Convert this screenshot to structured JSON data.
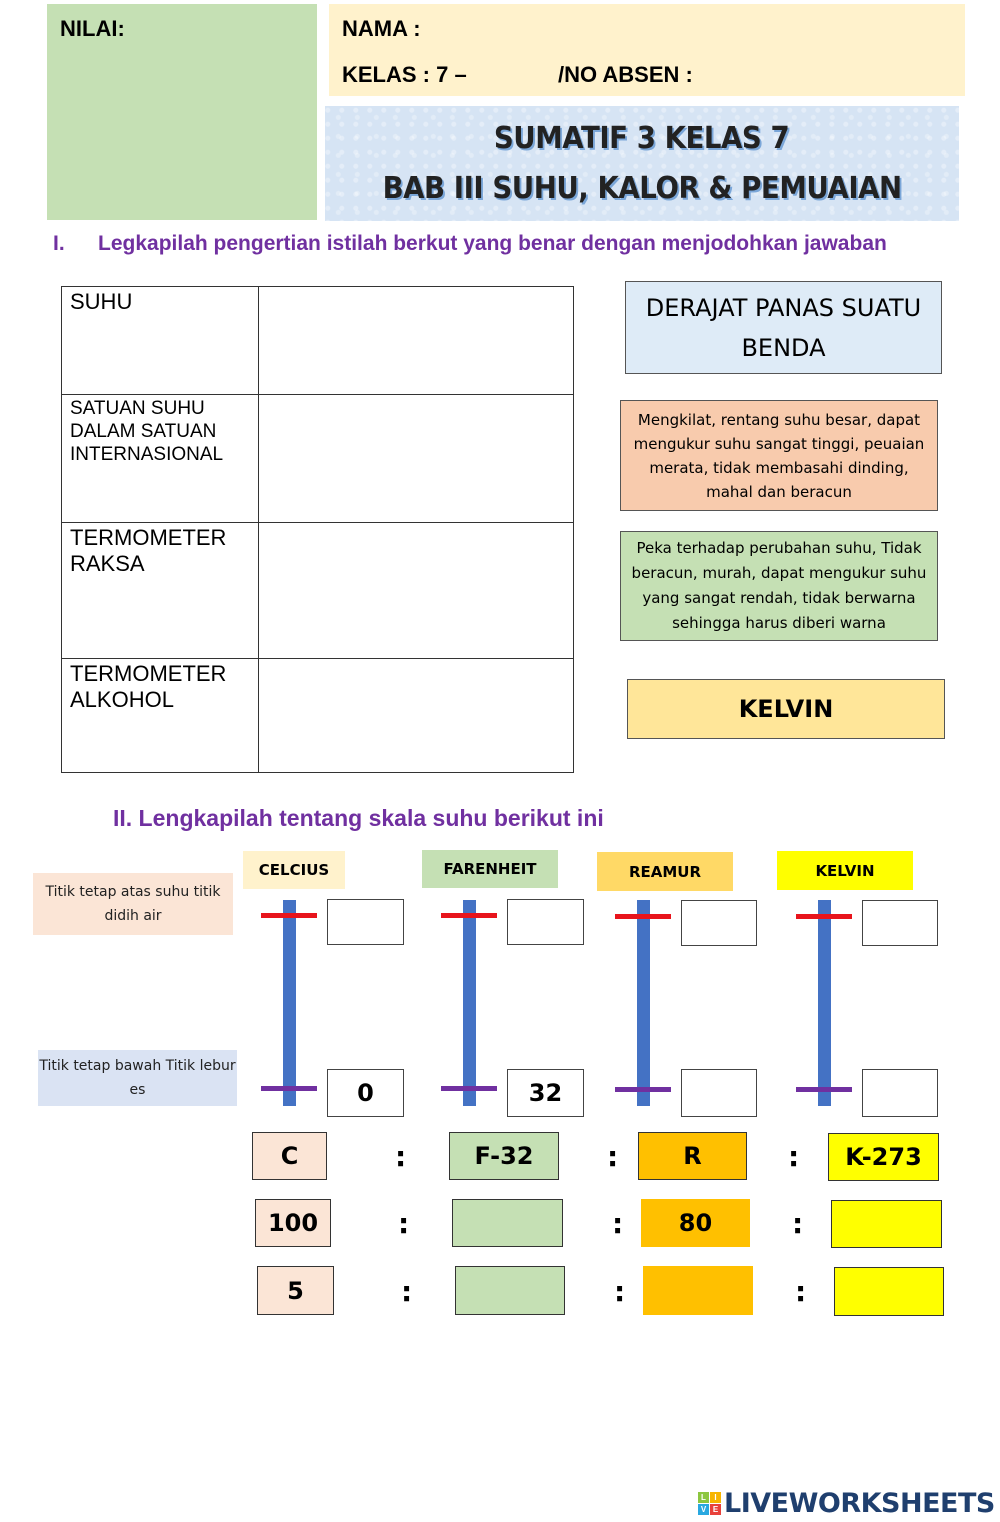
{
  "header": {
    "nilai_label": "NILAI:",
    "nama_label": "NAMA :",
    "kelas_label": "KELAS : 7 –",
    "absen_label": "/NO ABSEN :",
    "title_line1": "SUMATIF 3 KELAS 7",
    "title_line2": "BAB III SUHU, KALOR & PEMUAIAN"
  },
  "section1": {
    "number": "I.",
    "heading": "Legkapilah pengertian istilah berkut yang benar dengan menjodohkan jawaban",
    "terms": [
      {
        "label": "SUHU",
        "answer": ""
      },
      {
        "label": "SATUAN SUHU DALAM SATUAN INTERNASIONAL",
        "answer": ""
      },
      {
        "label": "TERMOMETER RAKSA",
        "answer": ""
      },
      {
        "label": "TERMOMETER ALKOHOL",
        "answer": ""
      }
    ],
    "answer_cards": [
      {
        "text": "DERAJAT PANAS SUATU BENDA",
        "color": "#deebf7"
      },
      {
        "text": "Mengkilat, rentang suhu besar, dapat mengukur suhu sangat tinggi, peuaian merata, tidak membasahi dinding, mahal dan beracun",
        "color": "#f8cbad"
      },
      {
        "text": "Peka terhadap perubahan suhu, Tidak beracun, murah, dapat mengukur suhu yang sangat rendah, tidak berwarna sehingga harus diberi warna",
        "color": "#c5e0b4"
      },
      {
        "text": "KELVIN",
        "color": "#ffe699"
      }
    ]
  },
  "section2": {
    "heading": "II. Lengkapilah tentang skala suhu berikut ini",
    "note_top": "Titik tetap atas suhu titik didih air",
    "note_bottom": "Titik tetap bawah Titik lebur es",
    "scales": [
      {
        "name": "CELCIUS",
        "color": "#fff2cc",
        "top_value": "",
        "bottom_value": "0"
      },
      {
        "name": "FARENHEIT",
        "color": "#c5e0b4",
        "top_value": "",
        "bottom_value": "32"
      },
      {
        "name": "REAMUR",
        "color": "#ffd966",
        "top_value": "",
        "bottom_value": ""
      },
      {
        "name": "KELVIN",
        "color": "#ffff00",
        "top_value": "",
        "bottom_value": ""
      }
    ],
    "ratio_rows": [
      [
        "C",
        "F-32",
        "R",
        "K-273"
      ],
      [
        "100",
        "",
        "80",
        ""
      ],
      [
        "5",
        "",
        "",
        ""
      ]
    ],
    "ratio_colors": [
      "#fbe5d6",
      "#c5e0b4",
      "#ffc000",
      "#ffff00"
    ],
    "separator": ":"
  },
  "footer": {
    "logo_text": "LIVEWORKSHEETS",
    "logo_icon_letters": [
      "L",
      "I",
      "V",
      "E"
    ]
  }
}
